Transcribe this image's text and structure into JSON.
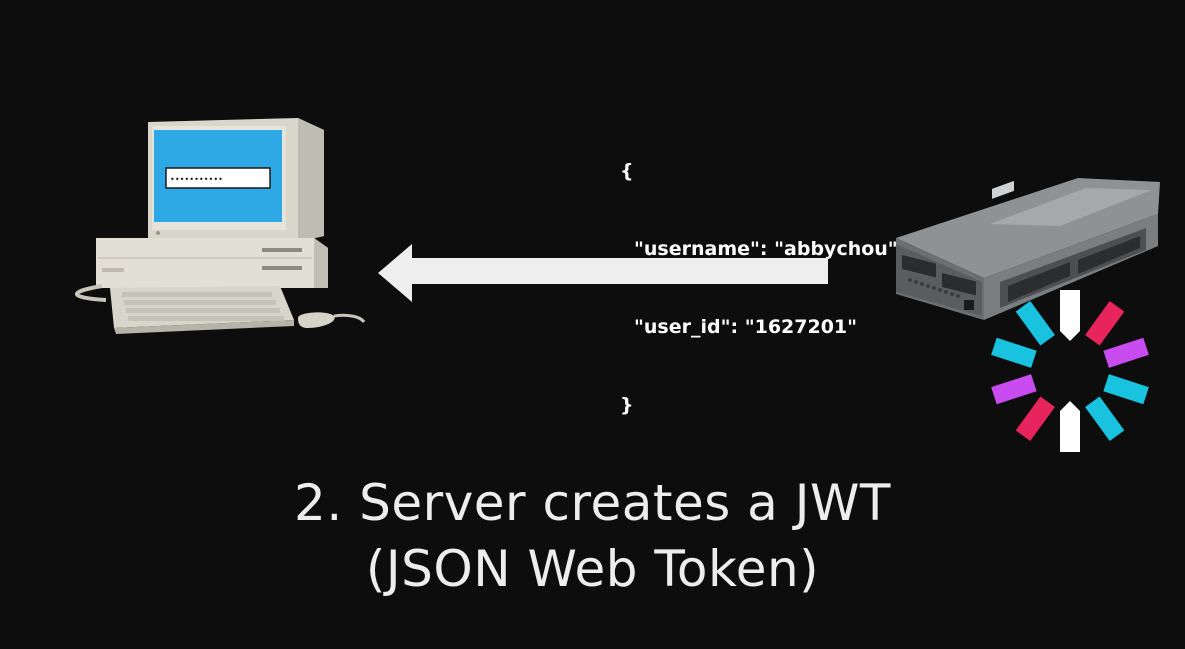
{
  "payload": {
    "open_brace": "{",
    "line_username": "\"username\": \"abbychou\",",
    "line_user_id": "\"user_id\": \"1627201\"",
    "close_brace": "}"
  },
  "caption": {
    "line1": "2. Server creates a JWT",
    "line2": "(JSON Web Token)"
  },
  "screen": {
    "password_mask": "•••••••••••"
  },
  "colors": {
    "background": "#0d0d0d",
    "screen_blue": "#2fa9e6",
    "arrow": "#eeeeee",
    "jwt_pink": "#e8245c",
    "jwt_purple": "#c94cf0",
    "jwt_cyan": "#19c3e0",
    "jwt_white": "#ffffff"
  },
  "icons": [
    "desktop-computer-icon",
    "server-blade-icon",
    "jwt-logo-icon",
    "left-arrow-icon"
  ]
}
